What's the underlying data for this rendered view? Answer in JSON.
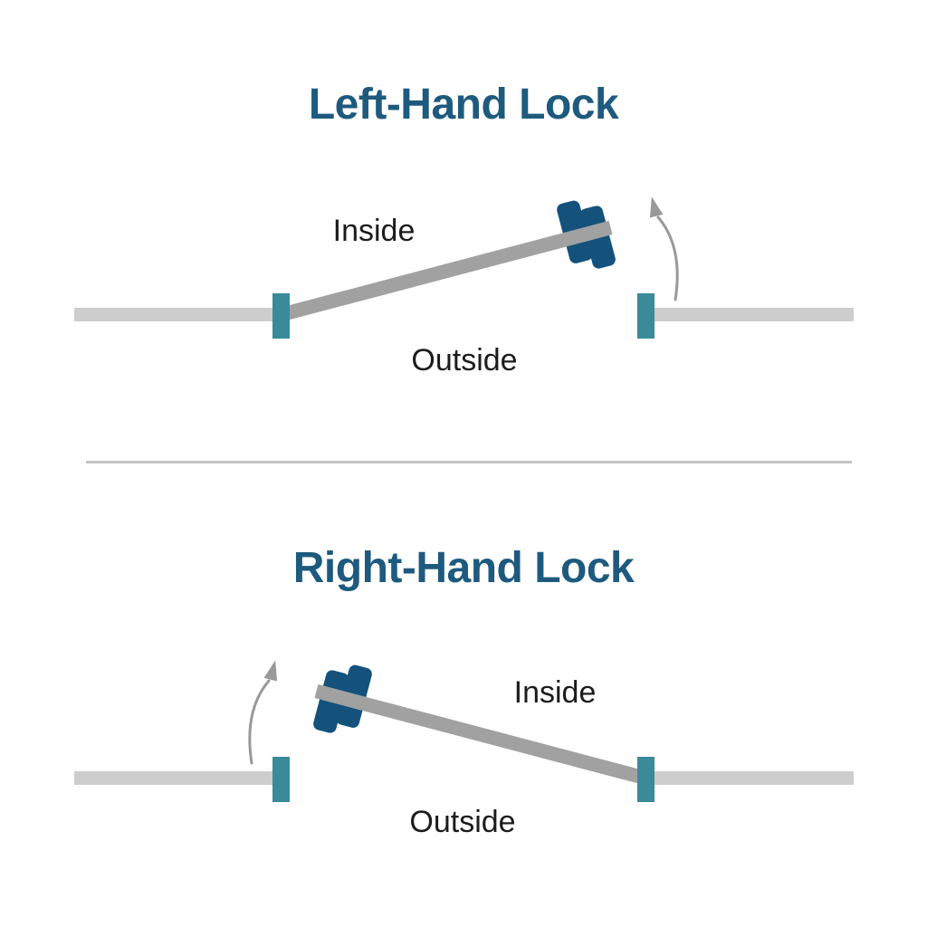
{
  "colors": {
    "background": "#ffffff",
    "title_blue": "#1e5a7e",
    "lock_navy": "#14527c",
    "jamb_teal": "#3a8a99",
    "wall_gray": "#cdcdcd",
    "door_gray": "#a1a1a1",
    "arrow_gray": "#999999",
    "label_black": "#1c1c1c",
    "divider_gray": "#c5c5c5"
  },
  "panels": [
    {
      "title": "Left-Hand Lock",
      "inside_label": "Inside",
      "outside_label": "Outside",
      "hinge_side": "left",
      "swing_direction": "up-right"
    },
    {
      "title": "Right-Hand Lock",
      "inside_label": "Inside",
      "outside_label": "Outside",
      "hinge_side": "right",
      "swing_direction": "up-left"
    }
  ]
}
